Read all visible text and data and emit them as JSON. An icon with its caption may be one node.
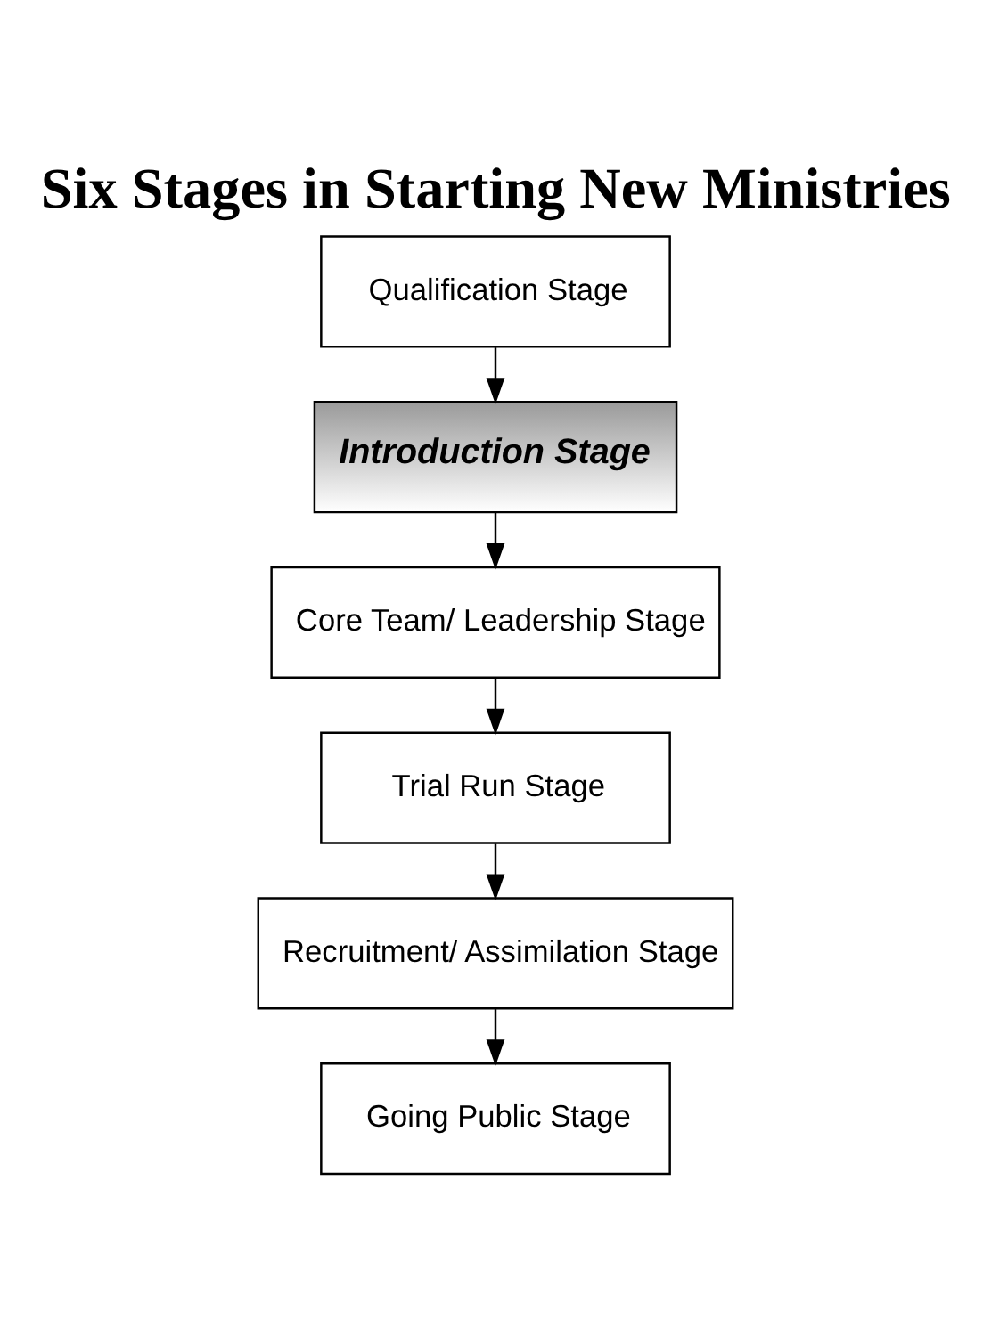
{
  "diagram": {
    "title": "Six Stages in Starting New Ministries",
    "nodes": [
      {
        "text": [
          "Qualification Stage"
        ]
      },
      {
        "text": [
          "Introduction Stage"
        ]
      },
      {
        "text": [
          "Core Team/ Leadership Stage"
        ]
      },
      {
        "text": [
          "Trial Run Stage"
        ]
      },
      {
        "text": [
          "Recruitment/ Assimilation Stage"
        ]
      },
      {
        "text": [
          "Going Public Stage"
        ]
      }
    ],
    "edges": [
      {
        "from": 0,
        "to": 1,
        "arrow": "to"
      },
      {
        "from": 1,
        "to": 2,
        "arrow": "to"
      },
      {
        "from": 2,
        "to": 3,
        "arrow": "to"
      },
      {
        "from": 3,
        "to": 4,
        "arrow": "to"
      },
      {
        "from": 4,
        "to": 5,
        "arrow": "to"
      }
    ]
  }
}
